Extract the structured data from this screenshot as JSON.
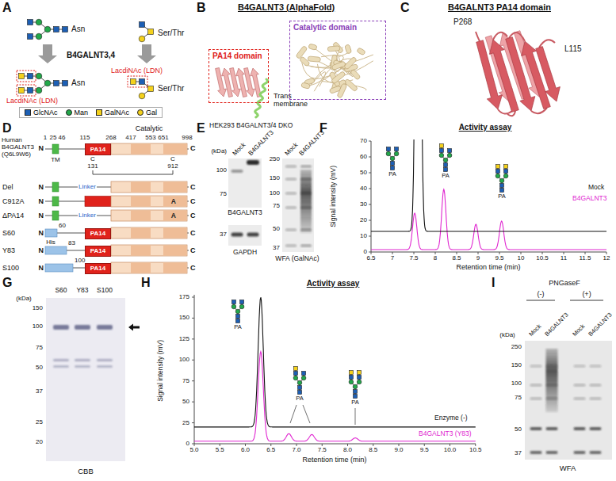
{
  "diagram": {
    "nodes": [
      {
        "text": [
          "Catalytic domain"
        ]
      },
      {
        "text": [
          "PA14 domain"
        ]
      },
      {
        "text": [
          "PA14"
        ]
      },
      {
        "text": [
          "A"
        ]
      },
      {
        "text": [
          "A"
        ]
      },
      {
        "text": [
          "PA14"
        ]
      },
      {
        "text": [
          "PA14"
        ]
      },
      {
        "text": [
          "PA14"
        ]
      }
    ],
    "labels": [
      "A",
      "Asn",
      "Ser/Thr",
      "B4GALNT3,4",
      "LacdiNAc (LDN)",
      "Asn",
      "Ser/Thr",
      "LacdiNAc (LDN)",
      "B",
      "B4GALNT3 (AlphaFold)",
      "Trans membrane",
      "C",
      "B4GALNT3 PA14 domain",
      "P268",
      "L115",
      "D",
      "Human B4GALNT3 (Q6L9W6)",
      "1",
      "25",
      "46",
      "115",
      "268",
      "417",
      "553",
      "651",
      "998",
      "Catalytic",
      "N",
      "C",
      "TM",
      "C",
      "131",
      "C",
      "912",
      "Del",
      "N",
      "Linker",
      "C",
      "C912A",
      "N",
      "C",
      "ΔPA14",
      "N",
      "Linker",
      "C",
      "S60",
      "N",
      "60",
      "C",
      "His",
      "Y83",
      "N",
      "83",
      "C",
      "S100",
      "N",
      "100",
      "C",
      "E",
      "HEK293 B4GALNT3/4 DKO",
      "Mock",
      "B4GALNT3",
      "Mock",
      "B4GALNT3",
      "(kDa)",
      "100",
      "75",
      "B4GALNT3",
      "37",
      "GAPDH",
      "250",
      "150",
      "100",
      "75",
      "50",
      "37",
      "WFA (GalNAc)",
      "F",
      "Activity assay",
      "Signal intensity (mV)",
      "0",
      "10",
      "20",
      "30",
      "40",
      "50",
      "60",
      "70",
      "6.5",
      "7",
      "7.5",
      "8",
      "8.5",
      "9",
      "9.5",
      "10",
      "10.5",
      "11",
      "11.5",
      "12",
      "Retention time (min)",
      "PA",
      "PA",
      "PA",
      "Mock",
      "B4GALNT3",
      "G",
      "S60",
      "Y83",
      "S100",
      "(kDa)",
      "150",
      "100",
      "75",
      "50",
      "37",
      "25",
      "20",
      "CBB",
      "H",
      "Activity assay",
      "Signal intensity (mV)",
      "0",
      "25",
      "50",
      "75",
      "100",
      "125",
      "150",
      "175",
      "5.0",
      "5.5",
      "6.0",
      "6.5",
      "7.0",
      "7.5",
      "8.0",
      "8.5",
      "9.0",
      "9.5",
      "10.0",
      "10.5",
      "Retention time (min)",
      "PA",
      "PA",
      "PA",
      "Enzyme (-)",
      "B4GALNT3 (Y83)",
      "I",
      "PNGaseF",
      "(-)",
      "(+)",
      "Mock",
      "B4GALNT3",
      "Mock",
      "B4GALNT3",
      "(kDa)",
      "250",
      "150",
      "100",
      "75",
      "50",
      "37",
      "WFA"
    ],
    "legend": [
      {
        "text": "GlcNAc",
        "color": "#1d5fb4"
      },
      {
        "text": "Man",
        "color": "#22a84a"
      },
      {
        "text": "GalNAc",
        "color": "#f4d11c"
      },
      {
        "text": "Gal",
        "color": "#f4d11c"
      }
    ]
  }
}
